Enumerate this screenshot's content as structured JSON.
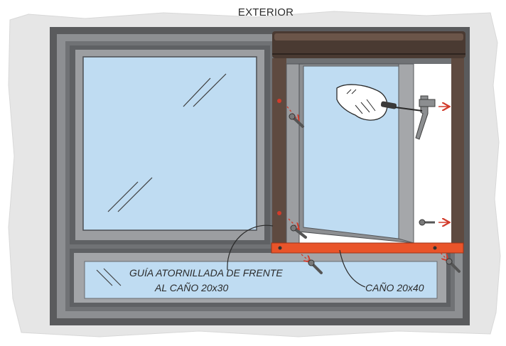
{
  "labels": {
    "exterior": "EXTERIOR",
    "guia_line1": "GUÍA ATORNILLADA DE FRENTE",
    "guia_line2": "AL CAÑO 20x30",
    "cano": "CAÑO 20x40"
  },
  "colors": {
    "background_wall": "#e6e6e6",
    "frame_dark": "#5a5b5d",
    "frame_mid": "#8d8f92",
    "frame_light": "#a3a5a8",
    "glass": "#bfdcf2",
    "shutter_box": "#4a3a32",
    "shutter_guide": "#5e4a40",
    "tube_orange": "#e9542a",
    "arrow_red": "#d23b2b"
  },
  "icons": [
    "screwdriver-hand-icon",
    "screw-icon",
    "window-handle-icon",
    "arrow-icon"
  ]
}
